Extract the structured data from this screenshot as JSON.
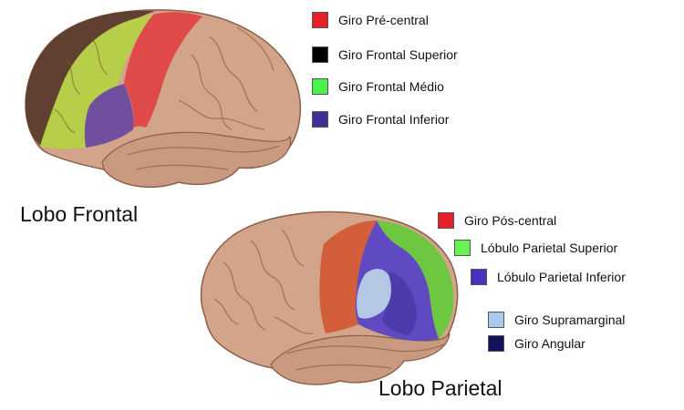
{
  "frontal": {
    "title": "Lobo Frontal",
    "legend": [
      {
        "label": "Giro Pré-central",
        "color": "#e8202a"
      },
      {
        "label": "Giro Frontal Superior",
        "color": "#000000"
      },
      {
        "label": "Giro Frontal Médio",
        "color": "#4cf24c"
      },
      {
        "label": "Giro Frontal Inferior",
        "color": "#3b3196"
      }
    ]
  },
  "parietal": {
    "title": "Lobo Parietal",
    "legend": [
      {
        "label": "Giro Pós-central",
        "color": "#e8202a"
      },
      {
        "label": "Lóbulo Parietal Superior",
        "color": "#66f550"
      },
      {
        "label": "Lóbulo Parietal Inferior",
        "color": "#4a2fc0"
      },
      {
        "label": "Giro Supramarginal",
        "color": "#a9c8ee"
      },
      {
        "label": "Giro Angular",
        "color": "#16105a"
      }
    ]
  },
  "region_colors": {
    "brain_tissue": "#d2a58a",
    "superior_frontal_region": "#5a3b2c",
    "middle_frontal_region": "#b5d046",
    "inferior_frontal_region": "#6a4aa0",
    "precentral_region": "#e04545",
    "postcentral_region": "#d25b36",
    "superior_parietal_region": "#68c83c",
    "inferior_parietal_region": "#5a44c4",
    "supramarginal_region": "#b7cbe6",
    "angular_region": "#4a3aa8"
  }
}
